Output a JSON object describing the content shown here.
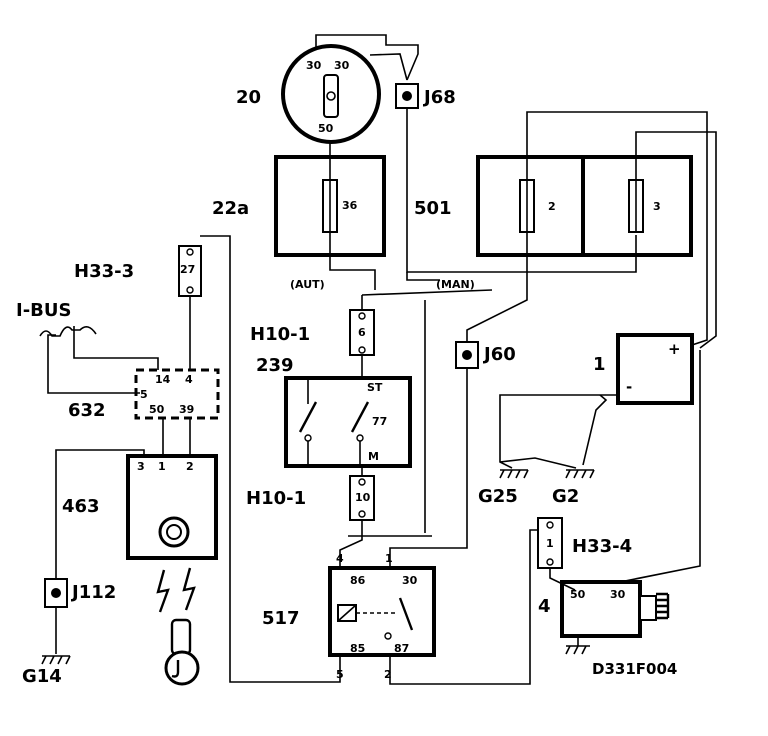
{
  "components": {
    "ignition_switch": {
      "id": "20",
      "pin_a": "30",
      "pin_b": "30",
      "pin_start": "50"
    },
    "fuse_box_a": {
      "id": "22a",
      "fuse": "36"
    },
    "fuse_box_b": {
      "id": "501",
      "fuse_left": "2",
      "fuse_right": "3"
    },
    "connector_j68": {
      "id": "J68"
    },
    "connector_j60": {
      "id": "J60"
    },
    "connector_j112": {
      "id": "J112"
    },
    "connector_h33_3": {
      "id": "H33-3",
      "pin": "27"
    },
    "connector_h10_1_top": {
      "id": "H10-1",
      "pin": "6"
    },
    "connector_h10_1_bottom": {
      "id": "H10-1",
      "pin": "10"
    },
    "connector_h33_4": {
      "id": "H33-4",
      "pin": "1"
    },
    "bus": {
      "label": "I-BUS"
    },
    "control_module": {
      "id": "632",
      "pin_14": "14",
      "pin_4": "4",
      "pin_5": "5",
      "pin_50": "50",
      "pin_39": "39"
    },
    "switch_239": {
      "id": "239",
      "pin_st": "ST",
      "pin_77": "77",
      "pin_m": "M"
    },
    "immobilizer_463": {
      "id": "463",
      "pin_3": "3",
      "pin_1": "1",
      "pin_2": "2"
    },
    "relay_517": {
      "id": "517",
      "pin_86": "86",
      "pin_30": "30",
      "pin_85": "85",
      "pin_87": "87",
      "pin_4": "4",
      "pin_1": "1",
      "pin_5": "5",
      "pin_2": "2"
    },
    "battery": {
      "id": "1",
      "plus": "+",
      "minus": "-"
    },
    "starter": {
      "id": "4",
      "pin_50": "50",
      "pin_30": "30"
    },
    "grounds": {
      "g25": "G25",
      "g2": "G2",
      "g14": "G14"
    },
    "labels": {
      "aut": "(AUT)",
      "man": "(MAN)",
      "drawing_code": "D331F004"
    }
  }
}
